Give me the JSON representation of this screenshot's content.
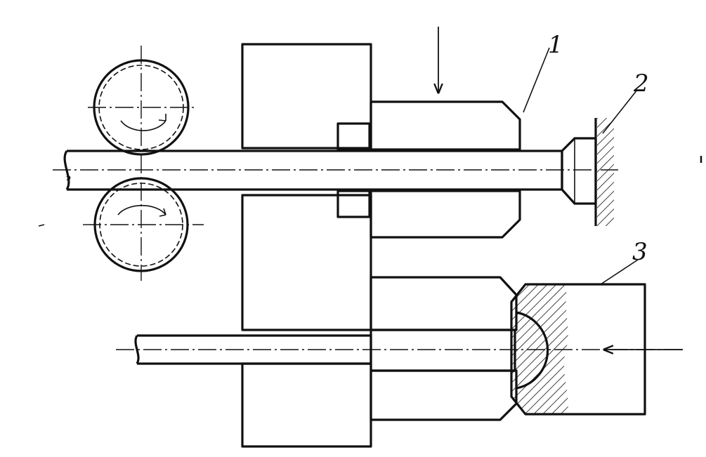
{
  "labels": {
    "die": "1",
    "stop": "2",
    "punch": "3"
  },
  "colors": {
    "ink": "#111111",
    "paper": "#ffffff"
  }
}
